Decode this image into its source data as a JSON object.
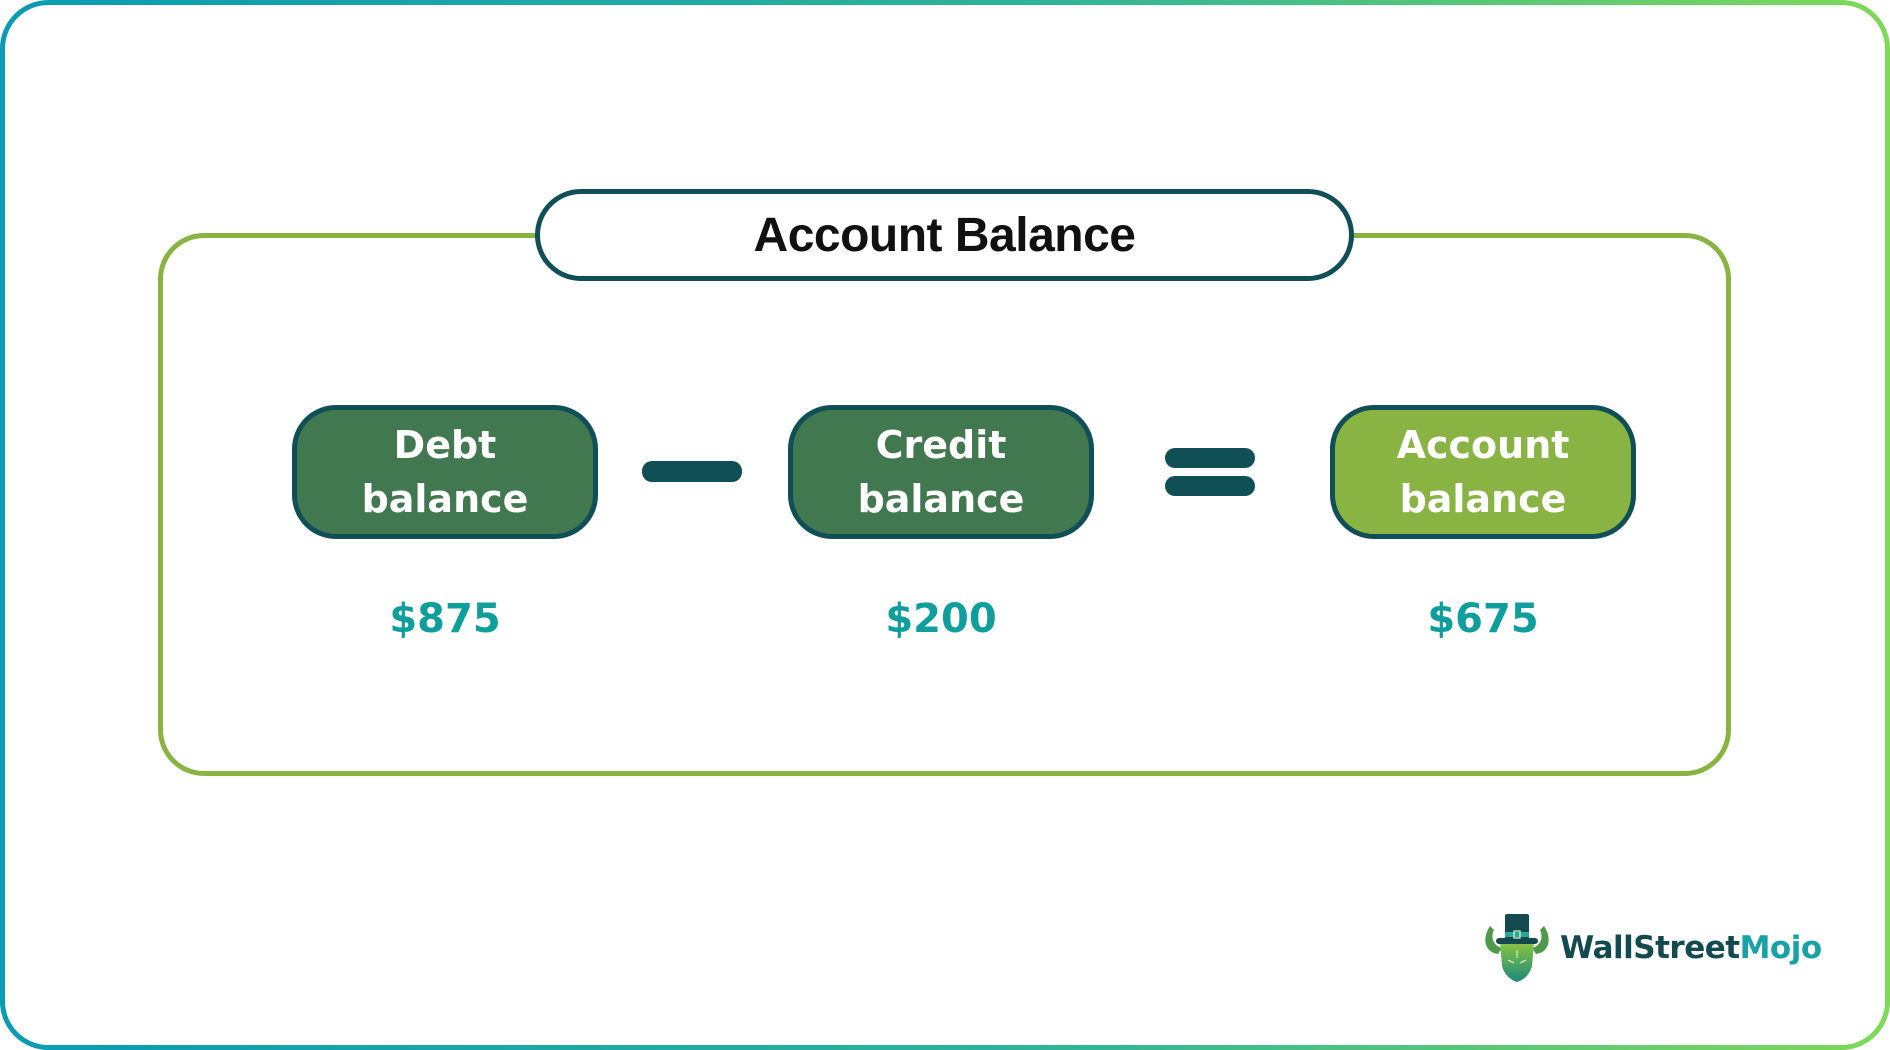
{
  "title": "Account Balance",
  "colors": {
    "frame_gradient_start": "#0a9bb5",
    "frame_gradient_end": "#7ed957",
    "inner_frame": "#8ab441",
    "outline": "#0f4f55",
    "box_dark": "#42784f",
    "box_light": "#89b443",
    "value_text": "#0e9f9c"
  },
  "equation": {
    "terms": [
      {
        "line1": "Debt",
        "line2": "balance",
        "value": "$875"
      },
      {
        "line1": "Credit",
        "line2": "balance",
        "value": "$200"
      },
      {
        "line1": "Account",
        "line2": "balance",
        "value": "$675"
      }
    ],
    "operators": [
      "minus",
      "equals"
    ]
  },
  "logo": {
    "icon": "bull-with-top-hat-icon",
    "text_part1": "WallStreet",
    "text_part2": "Mojo"
  }
}
